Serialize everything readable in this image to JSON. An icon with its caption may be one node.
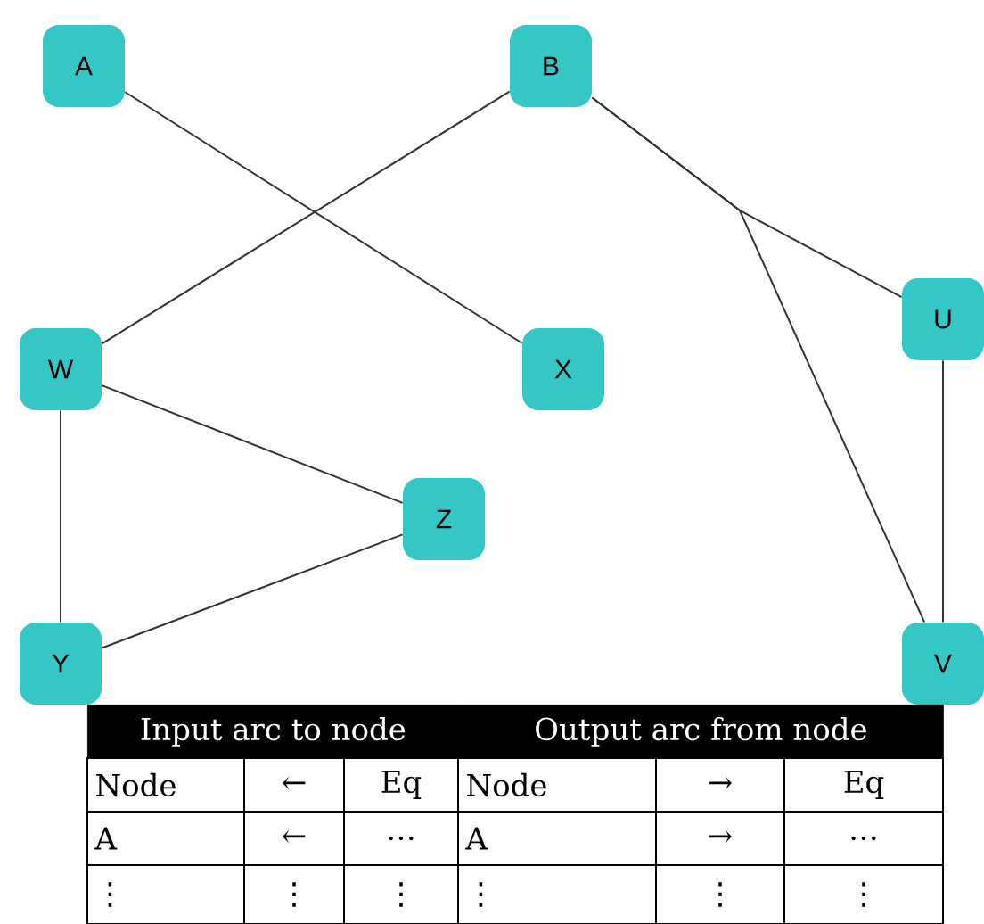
{
  "diagram": {
    "nodes": [
      {
        "text": [
          "A"
        ]
      },
      {
        "text": [
          "B"
        ]
      },
      {
        "text": [
          "W"
        ]
      },
      {
        "text": [
          "X"
        ]
      },
      {
        "text": [
          "U"
        ]
      },
      {
        "text": [
          "Z"
        ]
      },
      {
        "text": [
          "Y"
        ]
      },
      {
        "text": [
          "V"
        ]
      }
    ],
    "edges": [
      {
        "from": 0,
        "to": 3,
        "arrow": "none"
      },
      {
        "from": 1,
        "to": 2,
        "arrow": "none"
      },
      {
        "from": 1,
        "to": 4,
        "arrow": "none"
      },
      {
        "from": 1,
        "to": 7,
        "arrow": "none"
      },
      {
        "from": 2,
        "to": 5,
        "arrow": "none"
      },
      {
        "from": 2,
        "to": 6,
        "arrow": "none"
      },
      {
        "from": 6,
        "to": 5,
        "arrow": "none"
      },
      {
        "from": 4,
        "to": 7,
        "arrow": "none"
      }
    ],
    "labels": [
      "Input arc to node",
      "Output arc from node",
      "Node",
      "←",
      "Eq",
      "Node",
      "→",
      "Eq",
      "A",
      "←",
      "…",
      "A",
      "→",
      "…",
      "⋮",
      "⋮",
      "⋮",
      "⋮",
      "⋮",
      "⋮"
    ]
  }
}
